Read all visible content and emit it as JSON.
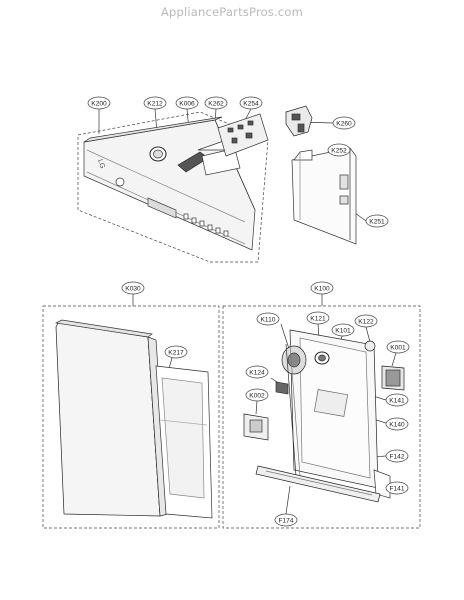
{
  "watermark": "AppliancePartsPros.com",
  "brand": "LG",
  "labels": {
    "k200": "K200",
    "k212": "K212",
    "k006": "K006",
    "k262": "K262",
    "k254": "K254",
    "k260": "K260",
    "k252": "K252",
    "k251": "K251",
    "k030": "K030",
    "k217": "K217",
    "k100": "K100",
    "k110": "K110",
    "k121": "K121",
    "k101": "K101",
    "k122": "K122",
    "k001": "K001",
    "k124": "K124",
    "k002": "K002",
    "k141": "K141",
    "k140": "K140",
    "f142": "F142",
    "f141": "F141",
    "f174": "F174"
  }
}
